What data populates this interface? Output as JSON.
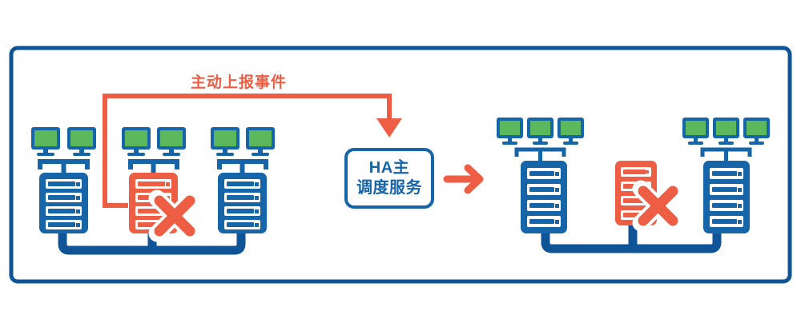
{
  "diagram": {
    "title_label": "主动上报事件",
    "ha_box": {
      "line1": "HA主",
      "line2": "调度服务"
    },
    "colors": {
      "blue": "#1565A8",
      "blue_dark": "#0F5496",
      "green": "#5CB85C",
      "salmon": "#EE5E44",
      "white": "#FFFFFF"
    },
    "left_cluster": {
      "nodes": [
        {
          "id": "node-1",
          "monitors": 2,
          "status": "ok",
          "failed": false
        },
        {
          "id": "node-2",
          "monitors": 2,
          "status": "failed",
          "failed": true
        },
        {
          "id": "node-3",
          "monitors": 2,
          "status": "ok",
          "failed": false
        }
      ]
    },
    "right_cluster": {
      "nodes": [
        {
          "id": "node-4",
          "monitors": 3,
          "status": "ok",
          "failed": false
        },
        {
          "id": "node-5",
          "monitors": 0,
          "status": "failed",
          "failed": true
        },
        {
          "id": "node-6",
          "monitors": 3,
          "status": "ok",
          "failed": false
        }
      ]
    },
    "flow_arrow": {
      "from": "node-2",
      "to": "ha-box",
      "color": "#EE5E44"
    },
    "transition_arrow": {
      "from": "ha-box",
      "to": "right_cluster",
      "color": "#EE5E44"
    }
  }
}
